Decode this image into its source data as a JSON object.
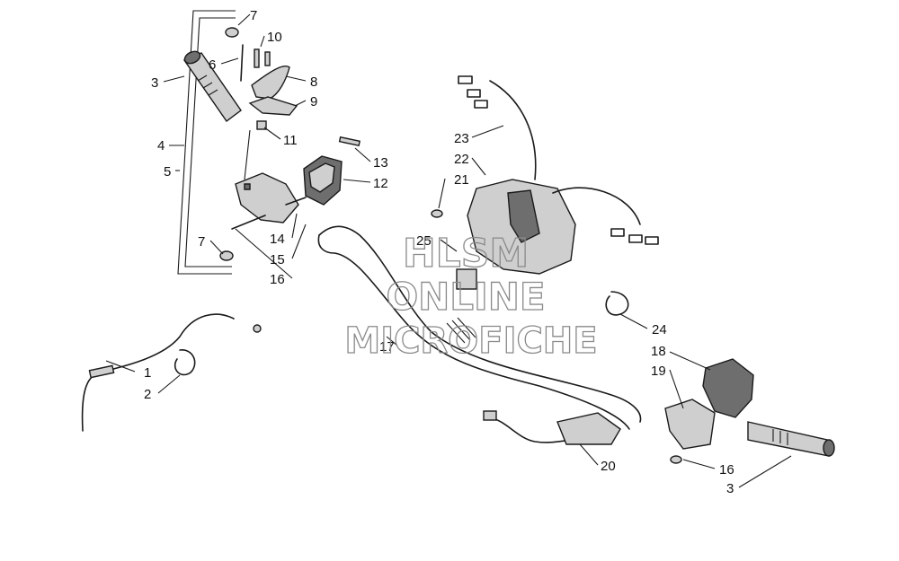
{
  "watermark": {
    "line1": "HLSM",
    "line2": "ONLINE",
    "line3": "MICROFICHE"
  },
  "callouts": [
    "7",
    "10",
    "6",
    "3",
    "8",
    "9",
    "4",
    "11",
    "5",
    "13",
    "12",
    "7",
    "14",
    "15",
    "16",
    "23",
    "22",
    "21",
    "25",
    "17",
    "24",
    "18",
    "19",
    "1",
    "2",
    "20",
    "16",
    "3"
  ]
}
